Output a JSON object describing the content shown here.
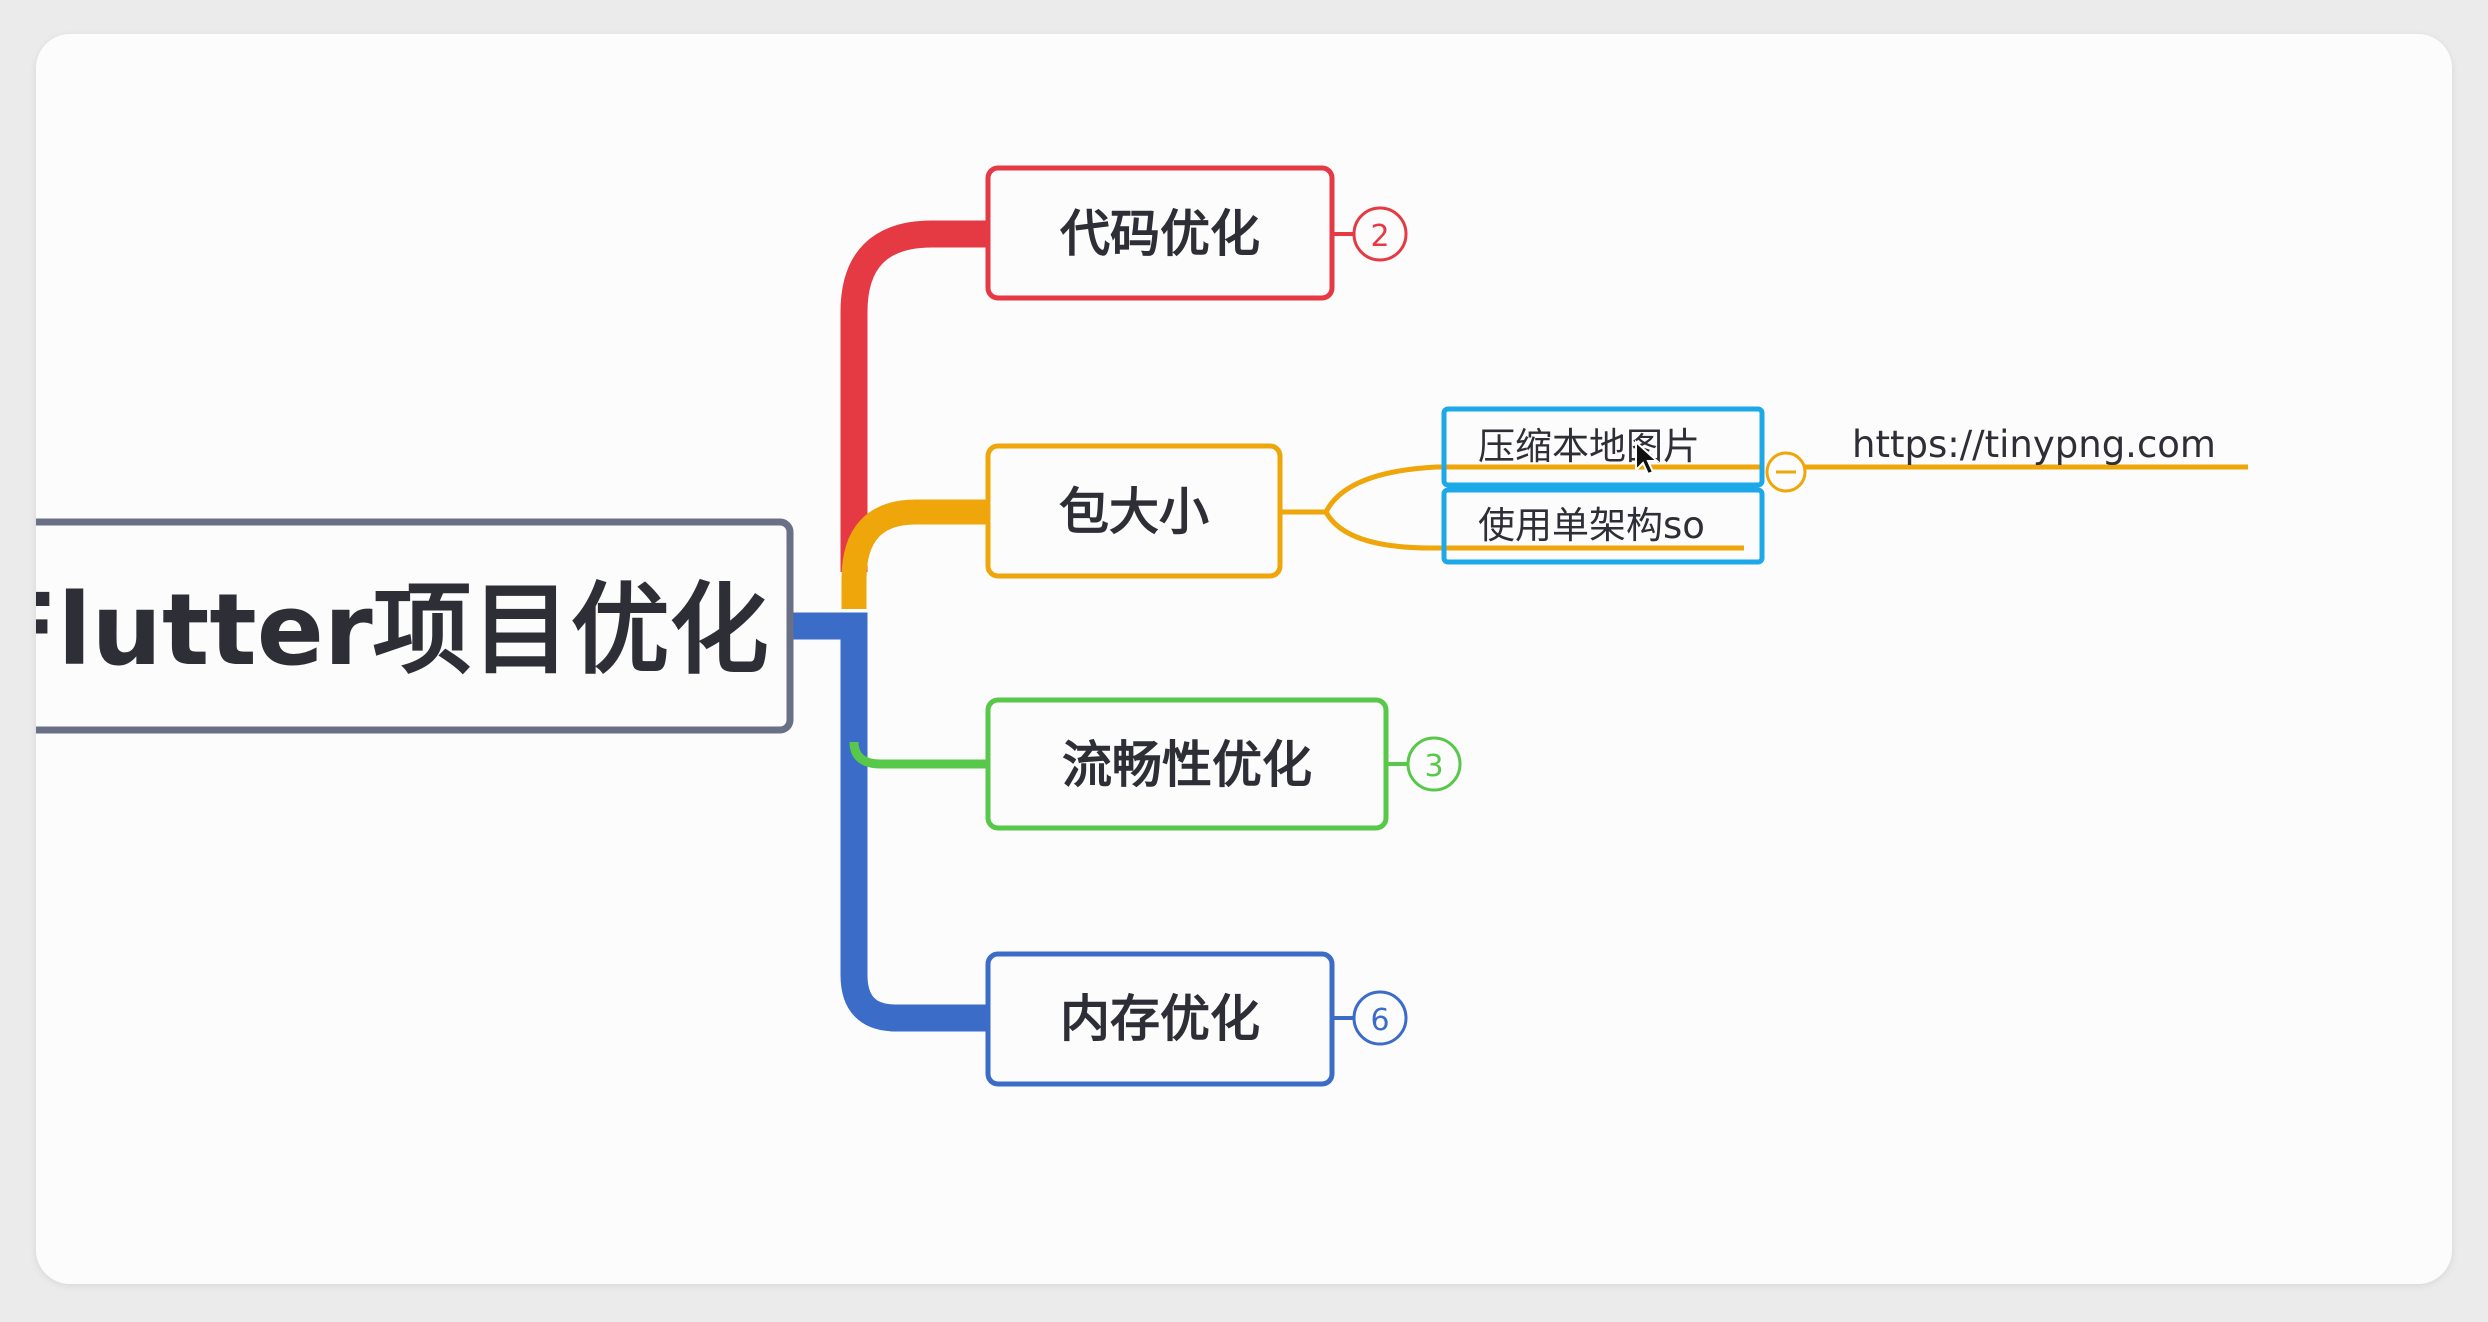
{
  "root": {
    "label": "Flutter项目优化"
  },
  "branches": [
    {
      "id": "code",
      "label": "代码优化",
      "badge": "2",
      "color": "#e53a44"
    },
    {
      "id": "package",
      "label": "包大小",
      "color": "#eea60a",
      "children": [
        {
          "label": "压缩本地图片",
          "note": "https://tinypng.com"
        },
        {
          "label": "使用单架构so"
        }
      ],
      "collapse_symbol": "−"
    },
    {
      "id": "fluency",
      "label": "流畅性优化",
      "badge": "3",
      "color": "#58c84a"
    },
    {
      "id": "memory",
      "label": "内存优化",
      "badge": "6",
      "color": "#3b6cc8"
    }
  ],
  "colors": {
    "root_border": "#6a7186",
    "child_border": "#1da9e8",
    "text": "#2e2e36",
    "background": "#fcfcfc"
  }
}
